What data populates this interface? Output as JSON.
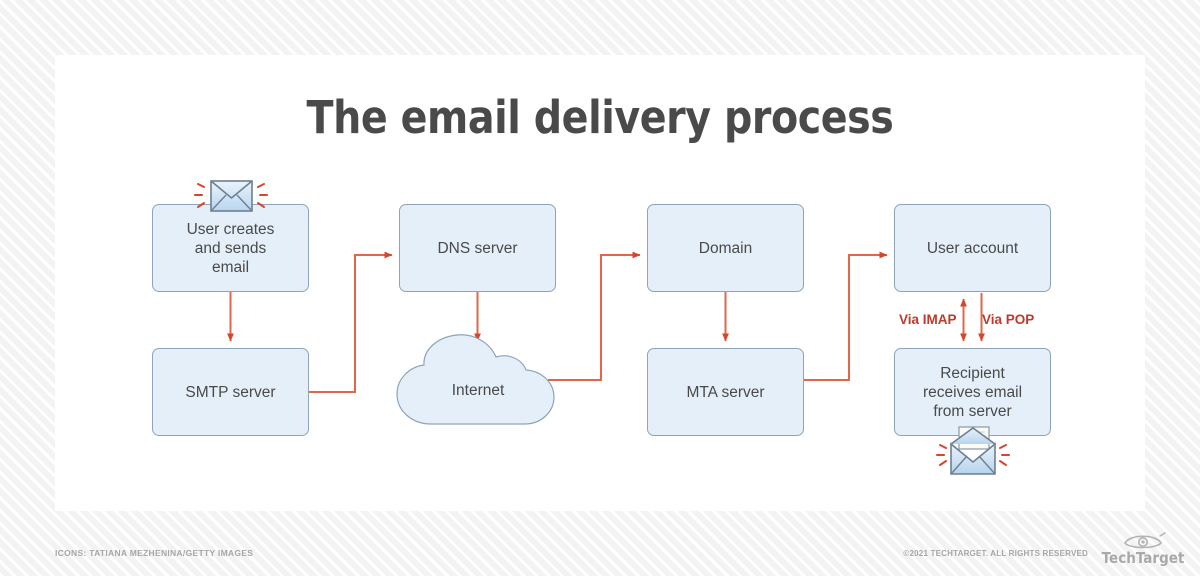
{
  "page": {
    "title": "The email delivery process",
    "background_pattern": "diagonal-stripes",
    "card_color": "#ffffff",
    "accent_color": "#e2674a",
    "node_fill": "#e4eff9",
    "node_border": "#8fa4b8",
    "label_color": "#c0392b",
    "title_color": "#4a4a4a"
  },
  "diagram": {
    "type": "flowchart",
    "nodes": [
      {
        "id": "user-creates",
        "label": "User creates\nand sends\nemail",
        "shape": "rounded-rect",
        "col": 1,
        "row": 1
      },
      {
        "id": "smtp",
        "label": "SMTP server",
        "shape": "rounded-rect",
        "col": 1,
        "row": 2
      },
      {
        "id": "dns",
        "label": "DNS server",
        "shape": "rounded-rect",
        "col": 2,
        "row": 1
      },
      {
        "id": "internet",
        "label": "Internet",
        "shape": "cloud",
        "col": 2,
        "row": 2
      },
      {
        "id": "domain",
        "label": "Domain",
        "shape": "rounded-rect",
        "col": 3,
        "row": 1
      },
      {
        "id": "mta",
        "label": "MTA server",
        "shape": "rounded-rect",
        "col": 3,
        "row": 2
      },
      {
        "id": "user-account",
        "label": "User account",
        "shape": "rounded-rect",
        "col": 4,
        "row": 1
      },
      {
        "id": "recipient",
        "label": "Recipient\nreceives email\nfrom server",
        "shape": "rounded-rect",
        "col": 4,
        "row": 2
      }
    ],
    "edges": [
      {
        "from": "user-creates",
        "to": "smtp",
        "label": "",
        "arrow": "single"
      },
      {
        "from": "smtp",
        "to": "dns",
        "label": "",
        "arrow": "single"
      },
      {
        "from": "dns",
        "to": "internet",
        "label": "",
        "arrow": "single"
      },
      {
        "from": "internet",
        "to": "domain",
        "label": "",
        "arrow": "single"
      },
      {
        "from": "domain",
        "to": "mta",
        "label": "",
        "arrow": "single"
      },
      {
        "from": "mta",
        "to": "user-account",
        "label": "",
        "arrow": "single"
      },
      {
        "from": "user-account",
        "to": "recipient",
        "label": "Via IMAP",
        "arrow": "double"
      },
      {
        "from": "user-account",
        "to": "recipient",
        "label": "Via POP",
        "arrow": "single"
      }
    ],
    "icons": [
      {
        "id": "sending-envelope",
        "name": "envelope-closed-icon",
        "attached_to": "user-creates"
      },
      {
        "id": "received-envelope",
        "name": "envelope-open-icon",
        "attached_to": "recipient"
      }
    ]
  },
  "nodes": {
    "user_creates_line1": "User creates",
    "user_creates_line2": "and sends",
    "user_creates_line3": "email",
    "smtp": "SMTP server",
    "dns": "DNS server",
    "internet": "Internet",
    "domain": "Domain",
    "mta": "MTA server",
    "user_account": "User account",
    "recipient_line1": "Recipient",
    "recipient_line2": "receives email",
    "recipient_line3": "from server"
  },
  "labels": {
    "via_imap": "Via IMAP",
    "via_pop": "Via POP"
  },
  "footer": {
    "credit": "ICONS: TATIANA MEZHENINA/GETTY IMAGES",
    "copyright": "©2021 TECHTARGET. ALL RIGHTS RESERVED",
    "logo_text": "TechTarget"
  }
}
